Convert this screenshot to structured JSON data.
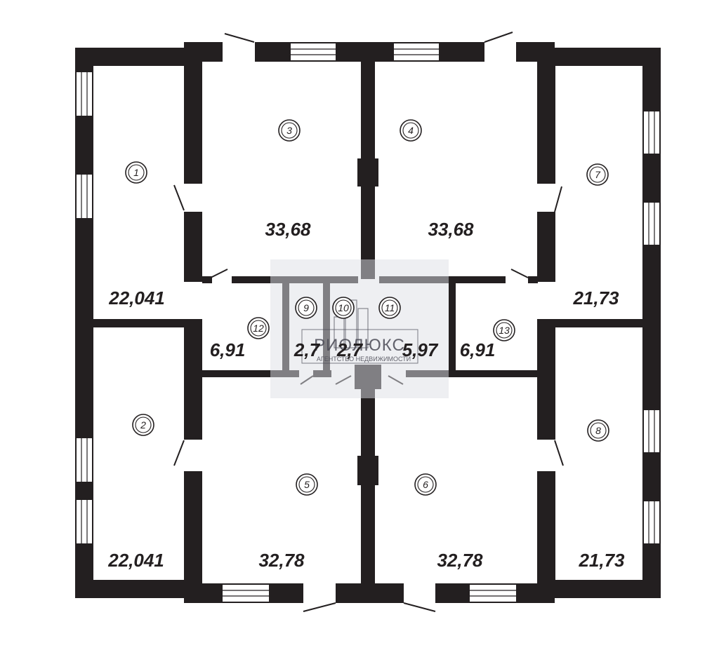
{
  "floorplan": {
    "rooms": [
      {
        "number": "1",
        "area": "22,041"
      },
      {
        "number": "2",
        "area": "22,041"
      },
      {
        "number": "3",
        "area": "33,68"
      },
      {
        "number": "4",
        "area": "33,68"
      },
      {
        "number": "5",
        "area": "32,78"
      },
      {
        "number": "6",
        "area": "32,78"
      },
      {
        "number": "7",
        "area": "21,73"
      },
      {
        "number": "8",
        "area": "21,73"
      },
      {
        "number": "9",
        "area": "2,7"
      },
      {
        "number": "10",
        "area": "2,7"
      },
      {
        "number": "11",
        "area": "5,97"
      },
      {
        "number": "12",
        "area": "6,91"
      },
      {
        "number": "13",
        "area": "6,91"
      }
    ]
  },
  "watermark": {
    "brand": "РИОЛЮКС",
    "tagline": "АГЕНТСТВО НЕДВИЖИМОСТИ"
  },
  "colors": {
    "wall": "#231f20",
    "background": "#ffffff",
    "watermark": "#dde0e6"
  }
}
